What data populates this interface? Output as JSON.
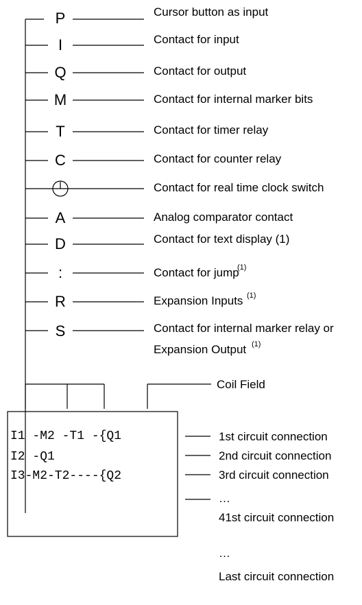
{
  "contacts": [
    {
      "symbol": "P",
      "description": "Cursor button as input"
    },
    {
      "symbol": "I",
      "description": "Contact for input"
    },
    {
      "symbol": "Q",
      "description": "Contact for output"
    },
    {
      "symbol": "M",
      "description": "Contact for internal marker bits"
    },
    {
      "symbol": "T",
      "description": "Contact for timer relay"
    },
    {
      "symbol": "C",
      "description": "Contact for counter relay"
    },
    {
      "symbol": "clock-icon",
      "description": "Contact for real time clock switch"
    },
    {
      "symbol": "A",
      "description": "Analog comparator contact"
    },
    {
      "symbol": "D",
      "description": "Contact for text display (1)"
    },
    {
      "symbol": ":",
      "description": "Contact for jump",
      "footnote": "(1)"
    },
    {
      "symbol": "R",
      "description": "Expansion Inputs",
      "footnote": "(1)"
    },
    {
      "symbol": "S",
      "description": "Contact for internal marker relay or",
      "description_line2": "Expansion Output",
      "footnote": "(1)"
    }
  ],
  "coil_field_label": "Coil Field",
  "circuit_lines": [
    "I1 -M2 -T1 -{Q1",
    "I2 -Q1",
    "I3-M2-T2----{Q2"
  ],
  "connections": [
    "1st circuit connection",
    "2nd circuit connection",
    "3rd circuit connection",
    "…",
    "41st circuit connection",
    "…",
    "Last circuit connection"
  ]
}
